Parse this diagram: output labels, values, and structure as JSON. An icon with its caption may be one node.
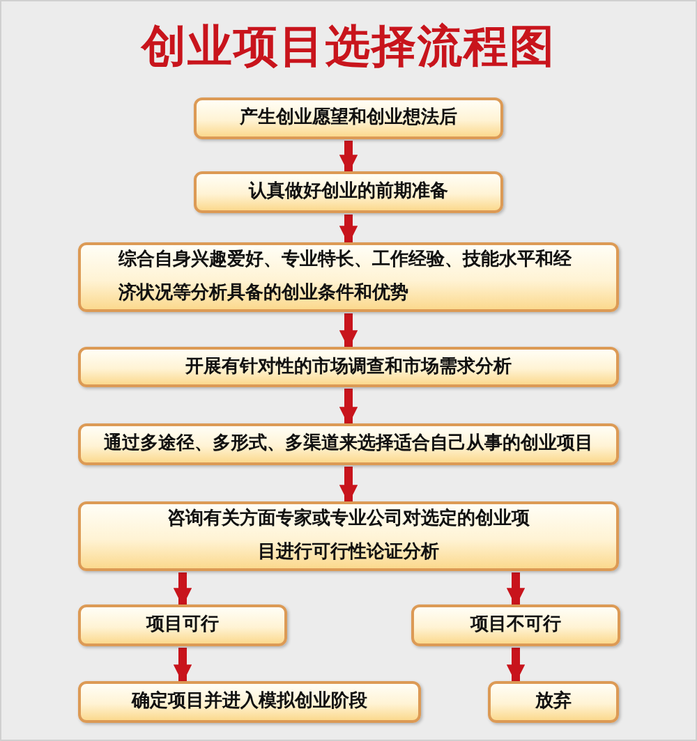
{
  "diagram": {
    "title": "创业项目选择流程图",
    "nodes": [
      {
        "text": [
          "产生创业愿望和创业想法后"
        ]
      },
      {
        "text": [
          "认真做好创业的前期准备"
        ]
      },
      {
        "text": [
          "综合自身兴趣爱好、专业特长、工作经验、技能水平和经济状况等分析具备的创业条件和优势"
        ]
      },
      {
        "text": [
          "开展有针对性的市场调查和市场需求分析"
        ]
      },
      {
        "text": [
          "通过多途径、多形式、多渠道来选择适合自己从事的创业项目"
        ]
      },
      {
        "text": [
          "咨询有关方面专家或专业公司对选定的创业项目进行可行性论证分析"
        ]
      },
      {
        "text": [
          "项目可行"
        ]
      },
      {
        "text": [
          "项目不可行"
        ]
      },
      {
        "text": [
          "确定项目并进入模拟创业阶段"
        ]
      },
      {
        "text": [
          "放弃"
        ]
      }
    ],
    "edges": [
      {
        "from": 0,
        "to": 1,
        "arrow": "to"
      },
      {
        "from": 1,
        "to": 2,
        "arrow": "to"
      },
      {
        "from": 2,
        "to": 3,
        "arrow": "to"
      },
      {
        "from": 3,
        "to": 4,
        "arrow": "to"
      },
      {
        "from": 4,
        "to": 5,
        "arrow": "to"
      },
      {
        "from": 5,
        "to": 6,
        "arrow": "to"
      },
      {
        "from": 5,
        "to": 7,
        "arrow": "to"
      },
      {
        "from": 6,
        "to": 8,
        "arrow": "to"
      },
      {
        "from": 7,
        "to": 9,
        "arrow": "to"
      }
    ]
  }
}
